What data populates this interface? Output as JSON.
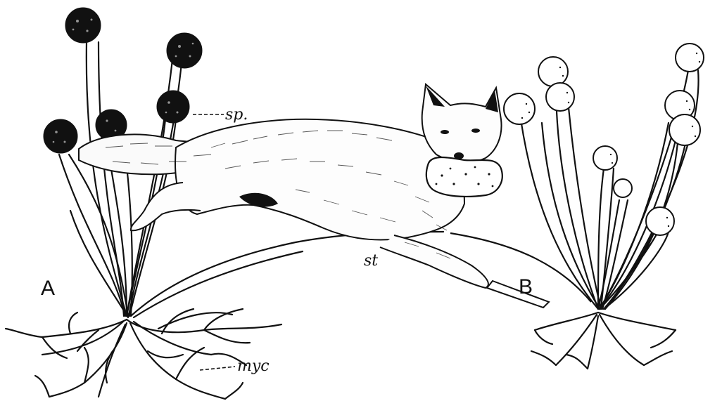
{
  "figure": {
    "labels": {
      "A": "A",
      "B": "B",
      "sp": "sp.",
      "st": "st",
      "myc": "myc"
    },
    "colors": {
      "ink": "#111111",
      "paper": "#ffffff"
    }
  }
}
